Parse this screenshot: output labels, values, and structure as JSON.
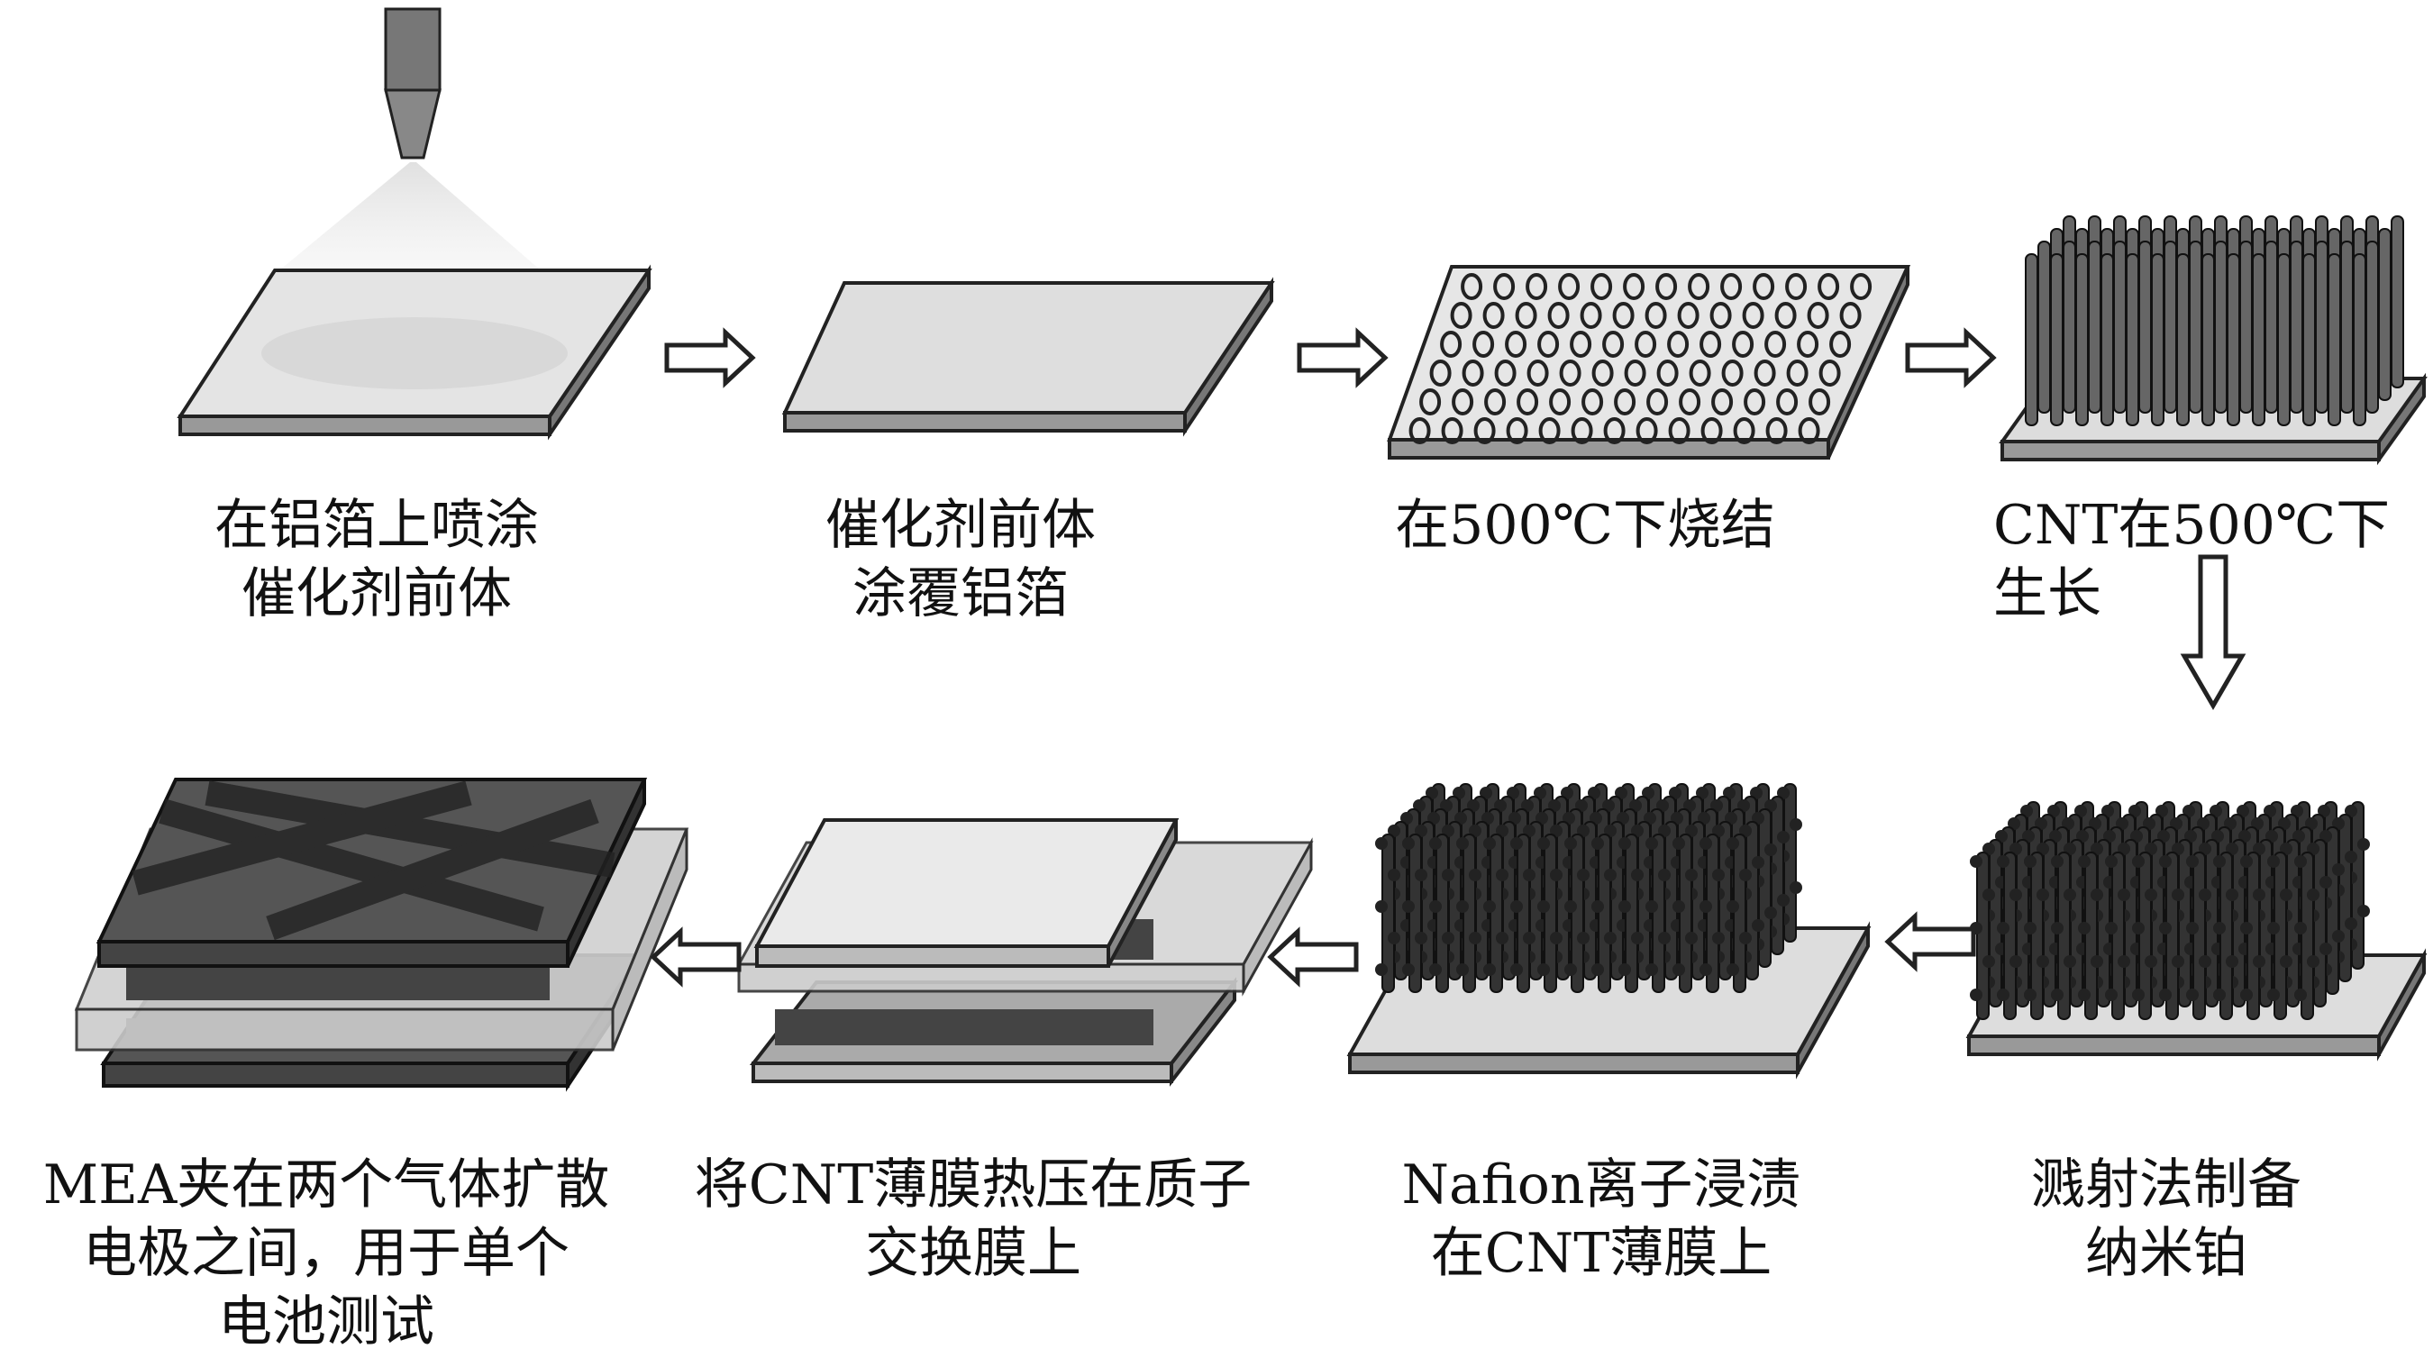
{
  "steps": [
    {
      "lines": [
        "在铝箔上喷涂",
        "催化剂前体"
      ]
    },
    {
      "lines": [
        "催化剂前体",
        "涂覆铝箔"
      ]
    },
    {
      "lines": [
        "在500℃下烧结"
      ]
    },
    {
      "lines": [
        "CNT在500℃下",
        "生长"
      ]
    },
    {
      "lines": [
        "溅射法制备",
        "纳米铂"
      ]
    },
    {
      "lines": [
        "Nafion离子浸渍",
        "在CNT薄膜上"
      ]
    },
    {
      "lines": [
        "将CNT薄膜热压在质子",
        "交换膜上"
      ]
    },
    {
      "lines": [
        "MEA夹在两个气体扩散",
        "电极之间，用于单个",
        "电池测试"
      ]
    }
  ],
  "colors": {
    "plate": "#e6e6e6",
    "edge": "#222222",
    "tube": "#555555",
    "dark": "#333333"
  }
}
